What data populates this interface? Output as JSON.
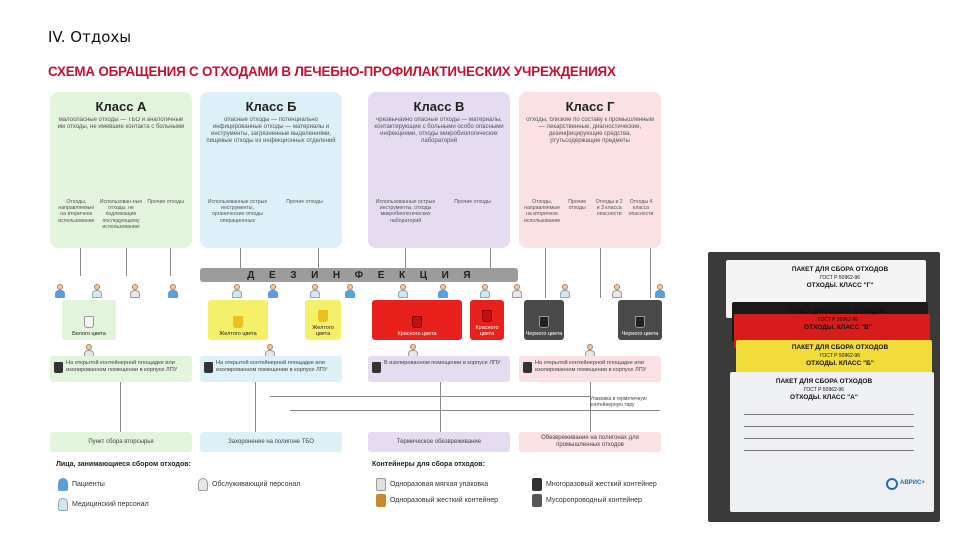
{
  "slide": {
    "title": "IV. Отдохы"
  },
  "scheme": {
    "title": "СХЕМА ОБРАЩЕНИЯ С ОТХОДАМИ В ЛЕЧЕБНО-ПРОФИЛАКТИЧЕСКИХ УЧРЕЖДЕНИЯХ",
    "disinfection_letters": [
      "Д",
      "Е",
      "З",
      "И",
      "Н",
      "Ф",
      "Е",
      "К",
      "Ц",
      "И",
      "Я"
    ],
    "classes": [
      {
        "title": "Класс А",
        "color": "#e3f4dc",
        "desc": "малоопасные отходы — ТБО и аналогичные им отходы, не имевшие контакта с больными",
        "subs": [
          "Отходы, направляемые на вторичное использование",
          "Использован-ные отходы, не подлежащие последующему использованию",
          "Прочие отходы"
        ]
      },
      {
        "title": "Класс Б",
        "color": "#dcf0f8",
        "desc": "опасные отходы — потенциально инфицированные отходы — материалы и инструменты, загрязненные выделениями, пищевые отходы из инфекционных отделений",
        "subs": [
          "Использованные острые инструменты, органические отходы операционных",
          "Прочие отходы"
        ]
      },
      {
        "title": "Класс В",
        "color": "#e6dcf2",
        "desc": "чрезвычайно опасные отходы — материалы, контактирующие с больными особо опасными инфекциями, отходы микробиологических лабораторий",
        "subs": [
          "Использованные острые инструменты, отходы микробиологических лабораторий",
          "Прочие отходы"
        ]
      },
      {
        "title": "Класс Г",
        "color": "#fbe0e4",
        "desc": "отходы, близкие по составу к промышленным — лекарственные, диагностические, дезинфицирующие средства, ртутьсодержащие предметы",
        "subs": [
          "Отходы, направляемые на вторичное использование",
          "Прочие отходы",
          "Отходы в 2 и 3 класса опасности",
          "Отходы 4 класса опасности"
        ]
      }
    ],
    "containers": [
      {
        "label": "Белого цвета",
        "box_color": "#e3f4dc",
        "icon_color": "#f5f5f5"
      },
      {
        "label": "Желтого цвета",
        "box_color": "#f5f06a",
        "icon_color": "#e8c020"
      },
      {
        "label": "Желтого цвета",
        "box_color": "#f5f06a",
        "icon_color": "#e8c020"
      },
      {
        "label": "Красного цвета",
        "box_color": "#e8211c",
        "icon_color": "#c01010"
      },
      {
        "label": "Красного цвета",
        "box_color": "#e8211c",
        "icon_color": "#c01010"
      },
      {
        "label": "Черного цвета",
        "box_color": "#4a4a4a",
        "icon_color": "#222222"
      },
      {
        "label": "Черного цвета",
        "box_color": "#4a4a4a",
        "icon_color": "#222222"
      }
    ],
    "storage": [
      {
        "text": "На открытой контейнерной площадке или изолированном помещении в корпусе ЛПУ",
        "color": "#e3f4dc"
      },
      {
        "text": "На открытой контейнерной площадке или изолированном помещении в корпусе ЛПУ",
        "color": "#dcf0f8"
      },
      {
        "text": "В изолированном помещении в корпусе ЛПУ",
        "color": "#e6dcf2"
      },
      {
        "text": "На открытой контейнерной площадке или изолированном помещении в корпусе ЛПУ",
        "color": "#fbe0e4"
      }
    ],
    "destinations": [
      {
        "text": "Пункт сбора вторсырья",
        "color": "#e3f4dc"
      },
      {
        "text": "Захоронение на полигоне ТБО",
        "color": "#dcf0f8"
      },
      {
        "text": "Термическое обезвреживание",
        "color": "#e6dcf2"
      },
      {
        "text": "Обезвреживание на полигонах для промышленных отходов",
        "color": "#fbe0e4"
      }
    ],
    "note": "Упаковка в герметичную контейнерную тару",
    "legend": {
      "people_title": "Лица, занимающиеся сбором отходов:",
      "people": [
        {
          "label": "Пациенты",
          "color": "#5a9fd8"
        },
        {
          "label": "Медицинский персонал",
          "color": "#d8e6f4"
        },
        {
          "label": "Обслуживающий персонал",
          "color": "#e8e8e8"
        }
      ],
      "containers_title": "Контейнеры для сбора отходов:",
      "containers": [
        {
          "label": "Одноразовая мягкая упаковка",
          "color": "#e0e0e0"
        },
        {
          "label": "Одноразовый жесткий контейнер",
          "color": "#c88a30"
        },
        {
          "label": "Многоразовый жесткий контейнер",
          "color": "#333333"
        },
        {
          "label": "Мусоропроводный контейнер",
          "color": "#555555"
        }
      ]
    }
  },
  "photo": {
    "colors": {
      "white": "#f4f4f4",
      "black": "#1a1a1a",
      "red": "#d81c1c",
      "yellow": "#f2dc3a"
    },
    "bags": [
      {
        "title": "ПАКЕТ ДЛЯ СБОРА ОТХОДОВ",
        "standard": "ГОСТ Р 50962-96",
        "class": "ОТХОДЫ. КЛАСС \"Г\""
      },
      {
        "title": "ПАКЕТ ДЛЯ СБОРА ОТХОДОВ",
        "standard": "ГОСТ Р 50962-96",
        "class": "ОТХОДЫ. КЛАСС \"В\""
      },
      {
        "title": "ПАКЕТ ДЛЯ СБОРА ОТХОДОВ",
        "standard": "ГОСТ Р 50962-96",
        "class": "ОТХОДЫ. КЛАСС \"Б\""
      },
      {
        "title": "ПАКЕТ ДЛЯ СБОРА ОТХОДОВ",
        "standard": "ГОСТ Р 50962-96",
        "class": "ОТХОДЫ. КЛАСС \"А\""
      }
    ],
    "brand": "АВРИС+"
  }
}
